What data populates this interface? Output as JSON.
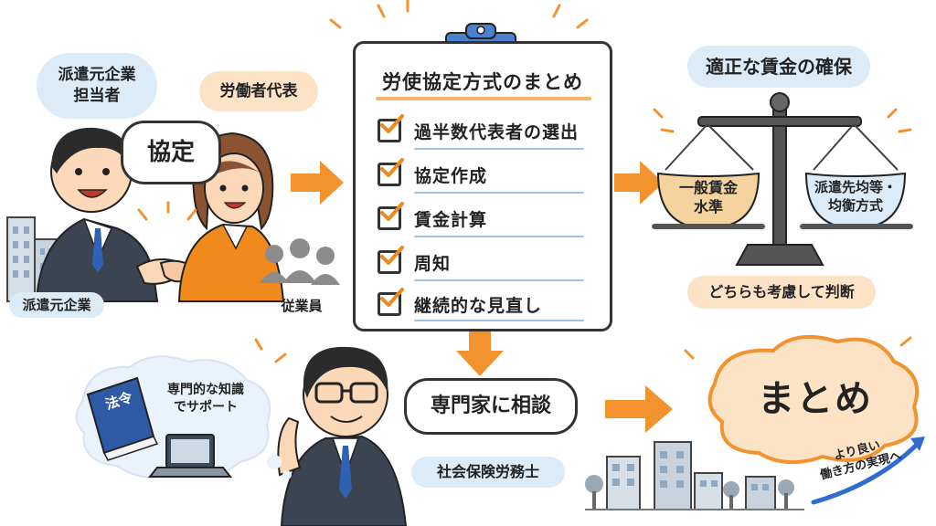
{
  "top_left": {
    "dispatch_staff_bubble": "派遣元企業\n担当者",
    "worker_rep_bubble": "労働者代表",
    "agreement_bubble": "協定",
    "dispatch_company_label": "派遣元企業",
    "employees_label": "従業員"
  },
  "checklist": {
    "title": "労使協定方式のまとめ",
    "items": [
      "過半数代表者の選出",
      "協定作成",
      "賃金計算",
      "周知",
      "継続的な見直し"
    ]
  },
  "right_top": {
    "title": "適正な賃金の確保",
    "left_pan": "一般賃金\n水準",
    "right_pan": "派遣先均等・\n均衡方式",
    "caption": "どちらも考慮して判断"
  },
  "bottom": {
    "law_book": "法令",
    "thought_bubble": "専門的な知識\nでサポート",
    "consult_bubble": "専門家に相談",
    "expert_label": "社会保険労務士",
    "summary": "まとめ",
    "better_future": "より良い\n働き方の実現へ"
  },
  "colors": {
    "accent_orange": "#f3932f",
    "cloud_blue": "#dcebf8",
    "cloud_orange": "#fde3c6",
    "check_orange": "#f08a1c",
    "suit": "#3b4450",
    "tie_blue": "#2f62b3"
  },
  "icons": [
    "building-icon",
    "handshake-icon",
    "scale-icon",
    "book-icon",
    "laptop-icon",
    "clipboard-icon",
    "city-icon",
    "arrow-icon"
  ]
}
